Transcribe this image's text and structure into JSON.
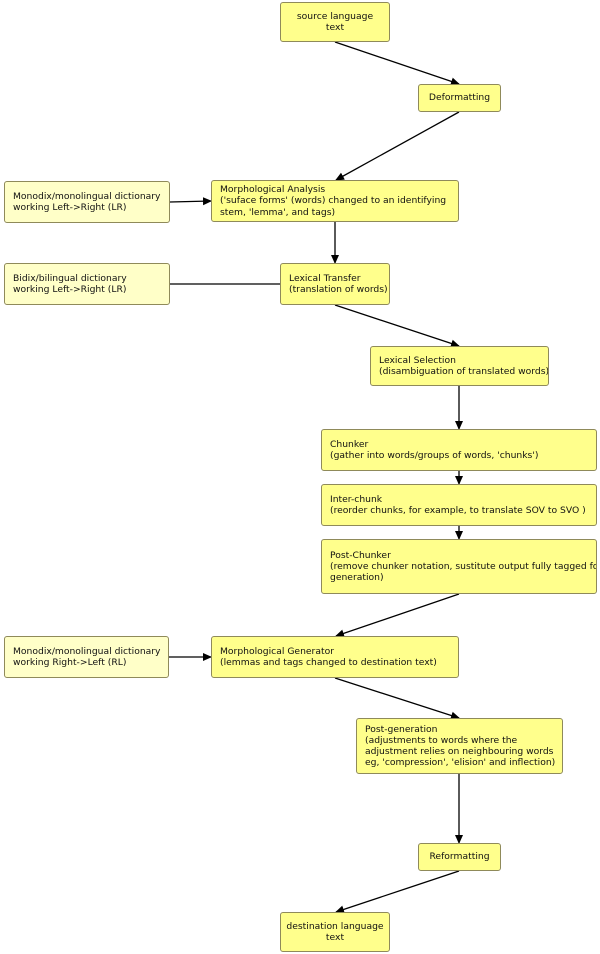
{
  "colors": {
    "process_fill": "#ffff8c",
    "dictionary_fill": "#ffffc8",
    "border": "#8f8a5a",
    "edge": "#000000"
  },
  "nodes": {
    "source": {
      "lines": [
        "source language",
        "text"
      ]
    },
    "deformatting": {
      "lines": [
        "Deformatting"
      ]
    },
    "morph_analysis": {
      "lines": [
        "Morphological Analysis",
        "('suface forms' (words) changed to an identifying",
        "stem, 'lemma', and tags)"
      ]
    },
    "monodix_lr": {
      "lines": [
        "Monodix/monolingual dictionary",
        "working Left->Right (LR)"
      ]
    },
    "bidix_lr": {
      "lines": [
        "Bidix/bilingual dictionary",
        "working Left->Right (LR)"
      ]
    },
    "lexical_transfer": {
      "lines": [
        "Lexical Transfer",
        "(translation of words)"
      ]
    },
    "lexical_selection": {
      "lines": [
        "Lexical Selection",
        "(disambiguation of translated words)"
      ]
    },
    "chunker": {
      "lines": [
        "Chunker",
        "(gather into words/groups of words, 'chunks')"
      ]
    },
    "interchunk": {
      "lines": [
        "Inter-chunk",
        "(reorder chunks, for example, to translate SOV to SVO )"
      ]
    },
    "postchunker": {
      "lines": [
        "Post-Chunker",
        "(remove chunker notation, sustitute output fully tagged for",
        "generation)"
      ]
    },
    "monodix_rl": {
      "lines": [
        "Monodix/monolingual dictionary",
        "working Right->Left (RL)"
      ]
    },
    "morph_generator": {
      "lines": [
        "Morphological Generator",
        "(lemmas and tags changed to destination text)"
      ]
    },
    "postgeneration": {
      "lines": [
        "Post-generation",
        "(adjustments to words where the",
        "adjustment relies on neighbouring words",
        "eg, 'compression', 'elision' and inflection)"
      ]
    },
    "reformatting": {
      "lines": [
        "Reformatting"
      ]
    },
    "destination": {
      "lines": [
        "destination language",
        "text"
      ]
    }
  }
}
